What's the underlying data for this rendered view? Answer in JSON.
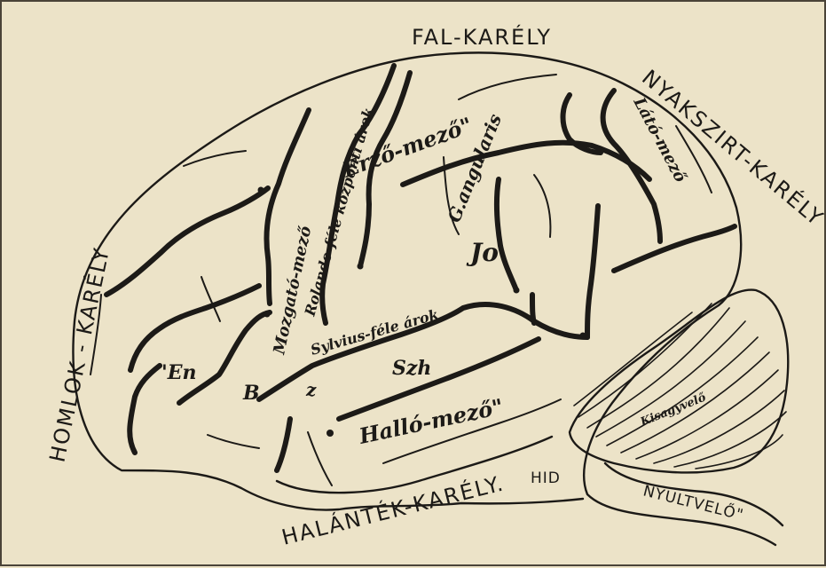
{
  "lobes": {
    "parietal": "FAL-KARÉLY",
    "occipital": "NYAKSZIRT-KARÉLY",
    "frontal": "HOMLOK - KARÉLY",
    "temporal": "HALÁNTÉK-KARÉLY."
  },
  "areas": {
    "sensory": "Érző-mező\"",
    "visual": "Látó-mező",
    "motor": "Mozgató-mező",
    "rolandic": "Rolando-féle központi árok",
    "angular": "G.angularis",
    "jo": "Jo",
    "sylvian": "Sylvius-féle árok",
    "szh": "Szh",
    "auditory": "Halló-mező\"",
    "cerebellum": "Kisagyvelő",
    "en": "'En",
    "b": "B",
    "z": "z"
  },
  "structures": {
    "pons": "HID",
    "medulla": "NYULTVELŐ\""
  }
}
